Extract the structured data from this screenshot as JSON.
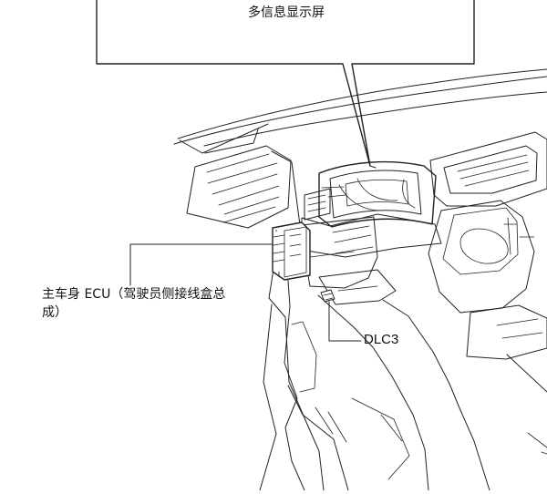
{
  "callouts": {
    "top_label": "多信息显示屏",
    "ecu_label": "主车身 ECU（驾驶员侧接线盒总成）",
    "dlc_label": "DLC3"
  },
  "icons": {
    "ecu": "ecu-component-icon",
    "connector": "connector-icon",
    "display": "display-icon"
  },
  "colors": {
    "line": "#222222",
    "background": "#ffffff"
  }
}
